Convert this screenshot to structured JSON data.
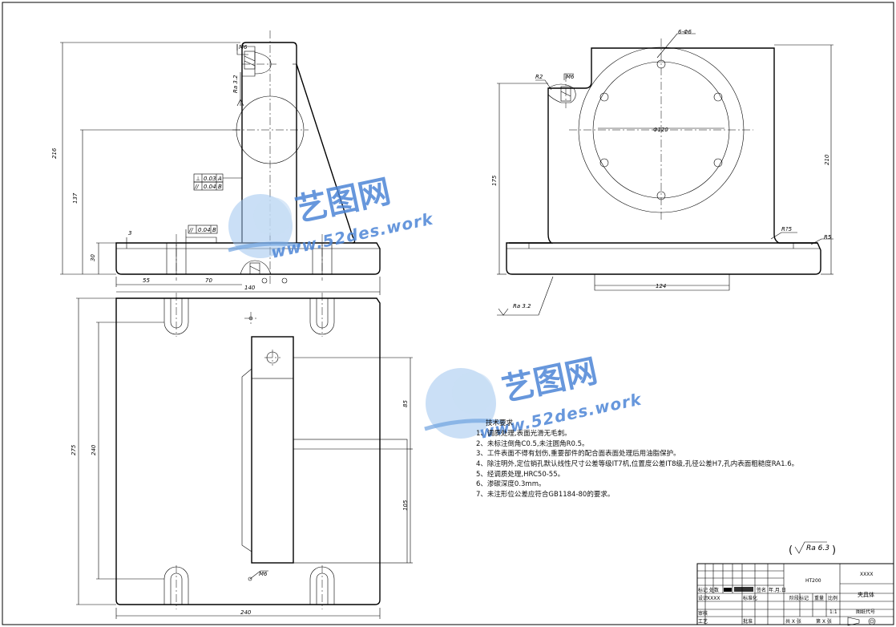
{
  "dims": {
    "front": {
      "height_total": "216",
      "height_axis": "137",
      "base_height": "30",
      "groove": "3",
      "x_left": "55",
      "x_mid": "70",
      "base_width": "140",
      "thread": "M6",
      "rough": "Ra 3.2"
    },
    "side": {
      "holes": "6-Φ6",
      "bore": "Φ120",
      "height_left": "175",
      "height_right": "210",
      "fillet_left": "R2",
      "thread": "M6",
      "fillet_r5": "R5",
      "fillet_r3": "R?5",
      "base_slot": "124",
      "rough": "Ra 3.2"
    },
    "top": {
      "total_length": "275",
      "inner_length": "240",
      "dim_85": "85",
      "dim_105": "105",
      "width": "240",
      "thread": "M6"
    }
  },
  "tolerance": {
    "perp": {
      "symbol": "⊥",
      "value": "0.03",
      "datum": "A"
    },
    "para1": {
      "symbol": "//",
      "value": "0.04",
      "datum": "B"
    },
    "para2": {
      "symbol": "//",
      "value": "0.04",
      "datum": "B"
    }
  },
  "notes": {
    "title": "技术要求",
    "items": [
      "1、调质处理,表面光滑无毛刺。",
      "2、未标注倒角C0.5,未注圆角R0.5。",
      "3、工件表面不得有划伤,重要部件的配合面表面处理后用油脂保护。",
      "4、除注明外,定位销孔默认线性尺寸公差等级IT7机,位置度公差IT8级,孔径公差H7,孔内表面粗糙度RA1.6。",
      "5、经调质处理,HRC50-55。",
      "6、渗碳深度0.3mm。",
      "7、未注形位公差应符合GB1184-80的要求。"
    ]
  },
  "roughness_general": "Ra 6.3",
  "watermark": {
    "cn": "艺图网",
    "en": "www.52des.work"
  },
  "title_block": {
    "material": "HT200",
    "code": "XXXX",
    "name": "夹具体",
    "scale_label": "比例",
    "scale": "1:1",
    "weight_label": "重量",
    "stage_label": "阶段标记",
    "drawing_no_label": "图纸代号",
    "sheets": "共 X 张",
    "sheet": "第 X 张",
    "design": "设计",
    "design_name": "XXXX",
    "standard": "标准化",
    "check": "审核",
    "process": "工艺",
    "approve": "批准",
    "marks": "标记 处数",
    "sign": "签名",
    "date": "年.月.日"
  }
}
